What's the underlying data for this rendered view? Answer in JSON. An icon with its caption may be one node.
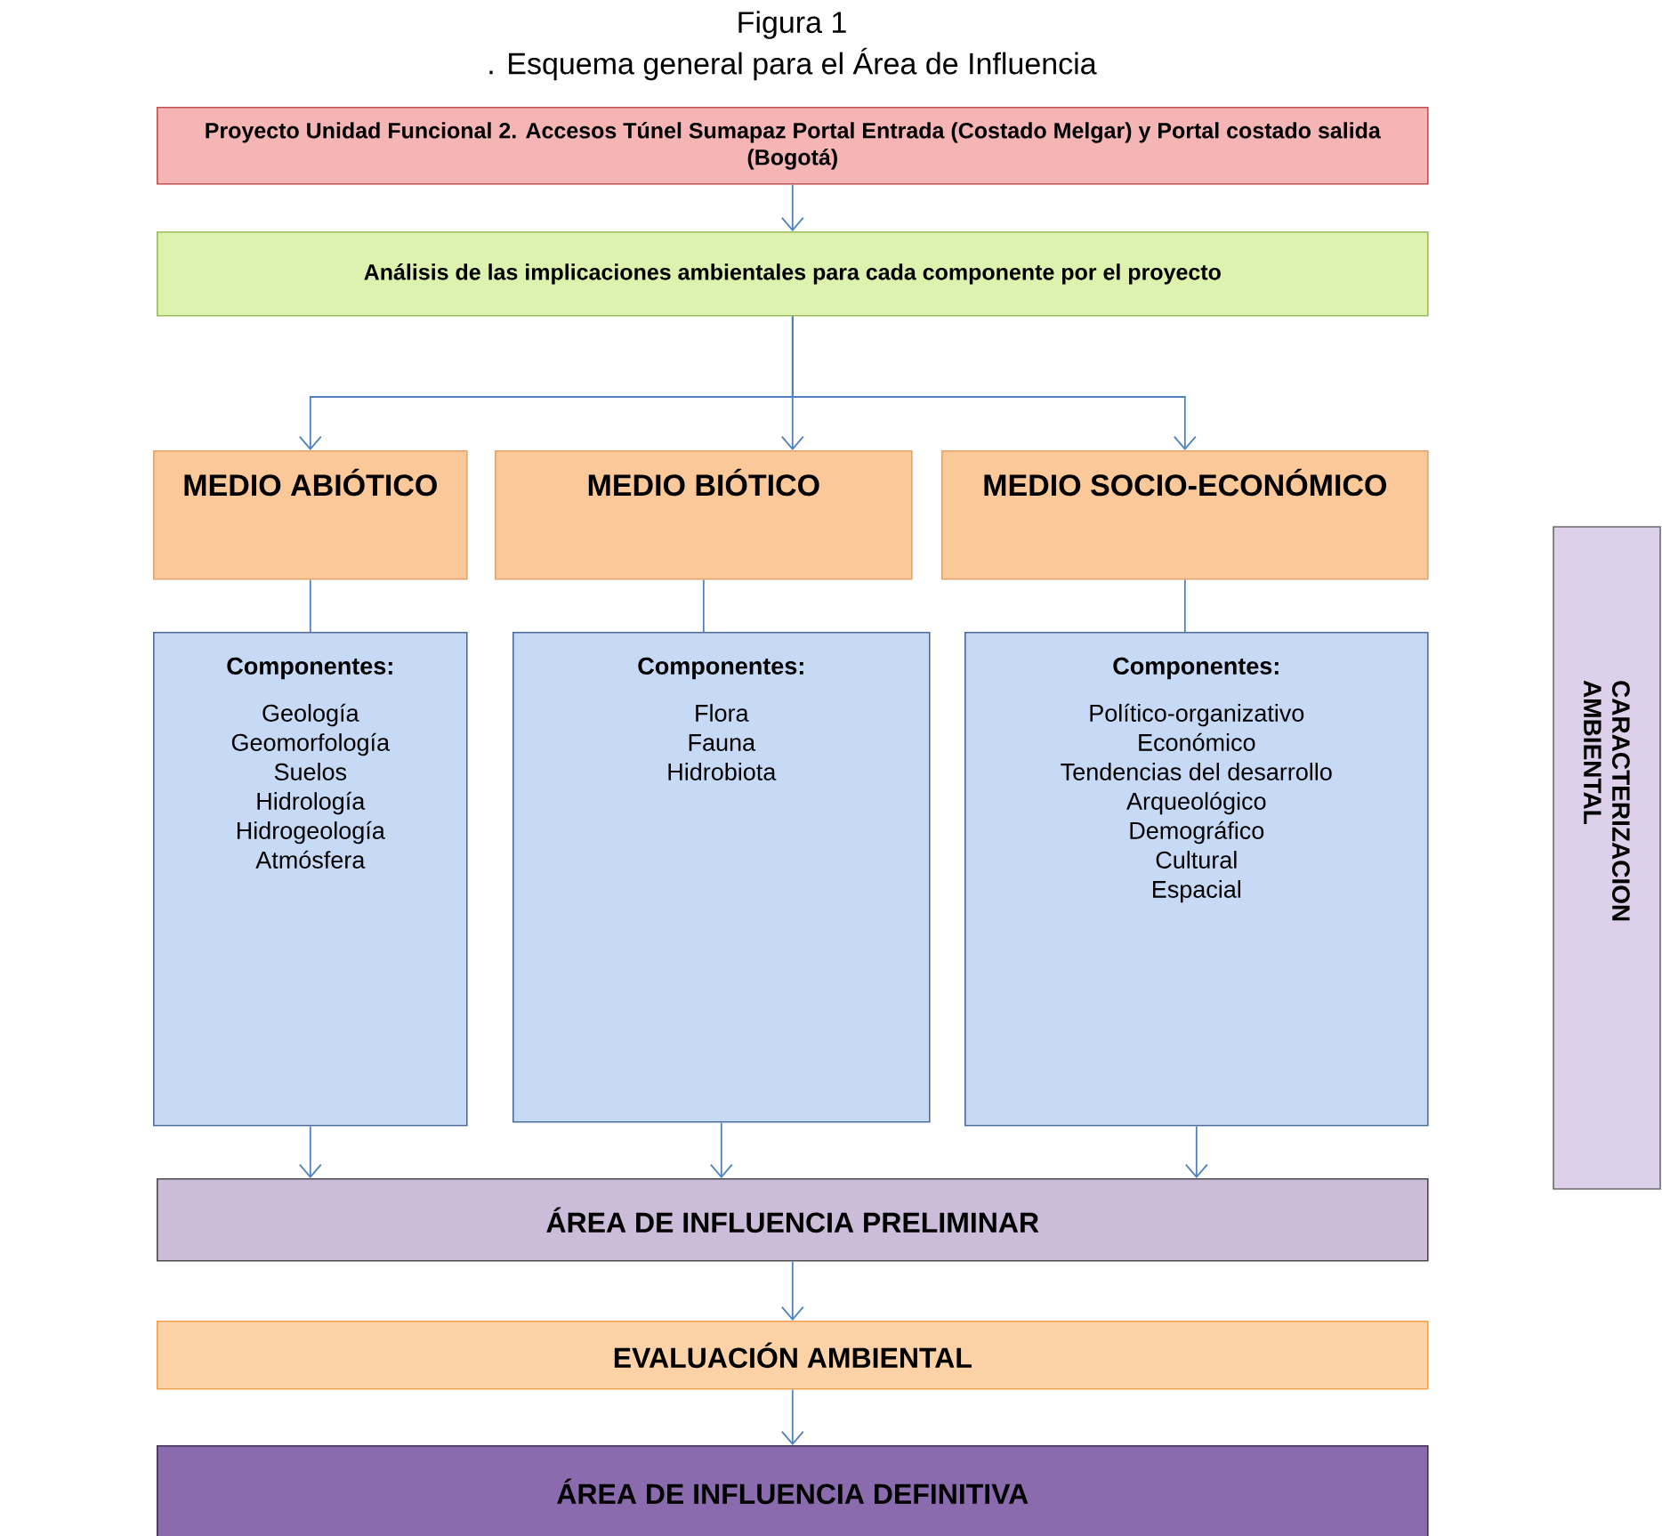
{
  "diagram": {
    "title": "Figura 1",
    "caption": ". Esquema general para el Área de Influencia",
    "nodes": [
      {
        "text": [
          "Proyecto Unidad Funcional 2. Accesos Túnel Sumapaz Portal Entrada (Costado Melgar) y Portal costado salida (Bogotá)"
        ]
      },
      {
        "text": [
          "Análisis de las implicaciones ambientales para cada componente  por el proyecto"
        ]
      },
      {
        "text": [
          "MEDIO ABIÓTICO"
        ]
      },
      {
        "text": [
          "MEDIO BIÓTICO"
        ]
      },
      {
        "text": [
          "MEDIO SOCIO-ECONÓMICO"
        ]
      },
      {
        "text": [
          "Componentes:",
          "Geología",
          "Geomorfología",
          "Suelos",
          "Hidrología",
          "Hidrogeología",
          "Atmósfera"
        ]
      },
      {
        "text": [
          "Componentes:",
          "Flora",
          "Fauna",
          "Hidrobiota"
        ]
      },
      {
        "text": [
          "Componentes:",
          "Político-organizativo",
          "Económico",
          "Tendencias del desarrollo",
          "Arqueológico",
          "Demográfico",
          "Cultural",
          "Espacial"
        ]
      },
      {
        "text": [
          "ÁREA DE INFLUENCIA PRELIMINAR"
        ]
      },
      {
        "text": [
          "EVALUACIÓN AMBIENTAL"
        ]
      },
      {
        "text": [
          "ÁREA DE INFLUENCIA DEFINITIVA"
        ]
      },
      {
        "text": [
          "CARACTERIZACION AMBIENTAL"
        ]
      }
    ],
    "edges": [
      {
        "from": 0,
        "to": 1,
        "arrow": "to"
      },
      {
        "from": 1,
        "to": 2,
        "arrow": "to"
      },
      {
        "from": 1,
        "to": 3,
        "arrow": "to"
      },
      {
        "from": 1,
        "to": 4,
        "arrow": "to"
      },
      {
        "from": 2,
        "to": 5,
        "arrow": "none"
      },
      {
        "from": 3,
        "to": 6,
        "arrow": "none"
      },
      {
        "from": 4,
        "to": 7,
        "arrow": "none"
      },
      {
        "from": 5,
        "to": 8,
        "arrow": "to"
      },
      {
        "from": 6,
        "to": 8,
        "arrow": "to"
      },
      {
        "from": 7,
        "to": 8,
        "arrow": "to"
      },
      {
        "from": 8,
        "to": 9,
        "arrow": "to"
      },
      {
        "from": 9,
        "to": 10,
        "arrow": "to"
      }
    ]
  }
}
